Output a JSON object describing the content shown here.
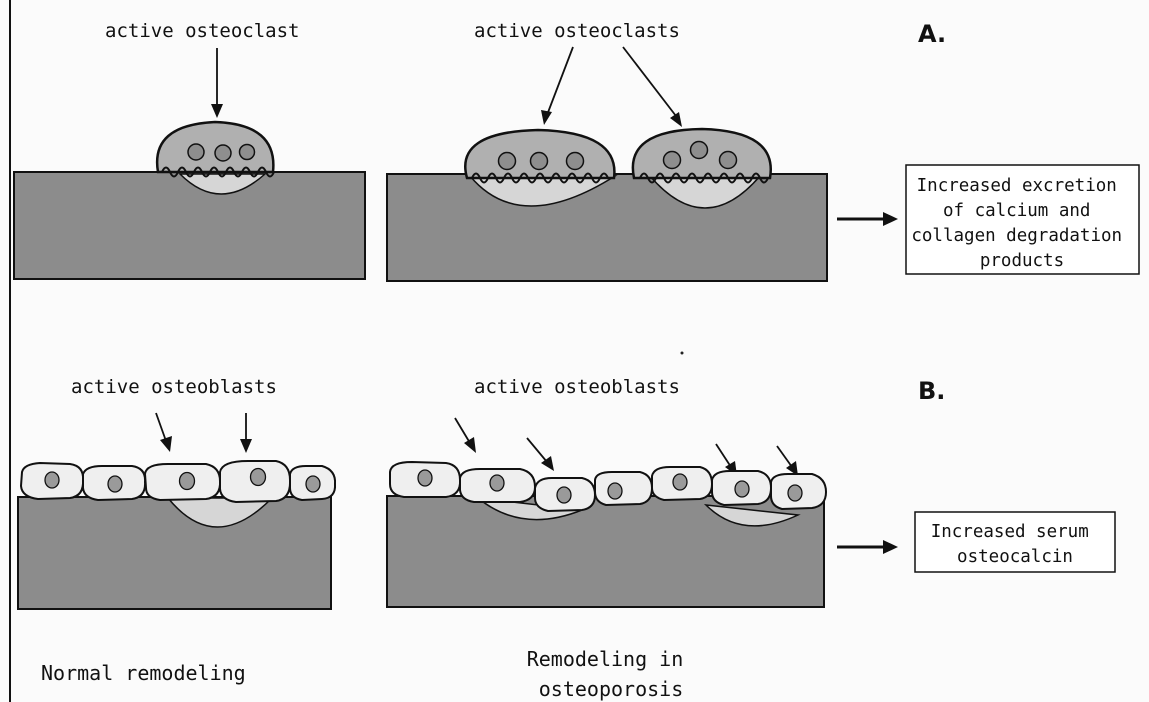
{
  "labels": {
    "active_osteoclast": "active osteoclast",
    "active_osteoclasts": "active osteoclasts",
    "active_osteoblasts_left": "active osteoblasts",
    "active_osteoblasts_right": "active osteoblasts",
    "panel_a": "A.",
    "panel_b": "B.",
    "normal_remodeling": "Normal remodeling",
    "remodeling_osteoporosis_line1": "Remodeling in",
    "remodeling_osteoporosis_line2": "osteoporosis"
  },
  "outcome_a": {
    "lines": [
      "Increased excretion",
      "of calcium and",
      "collagen degradation",
      "products"
    ]
  },
  "outcome_b": {
    "lines": [
      "Increased serum",
      "osteocalcin"
    ]
  }
}
